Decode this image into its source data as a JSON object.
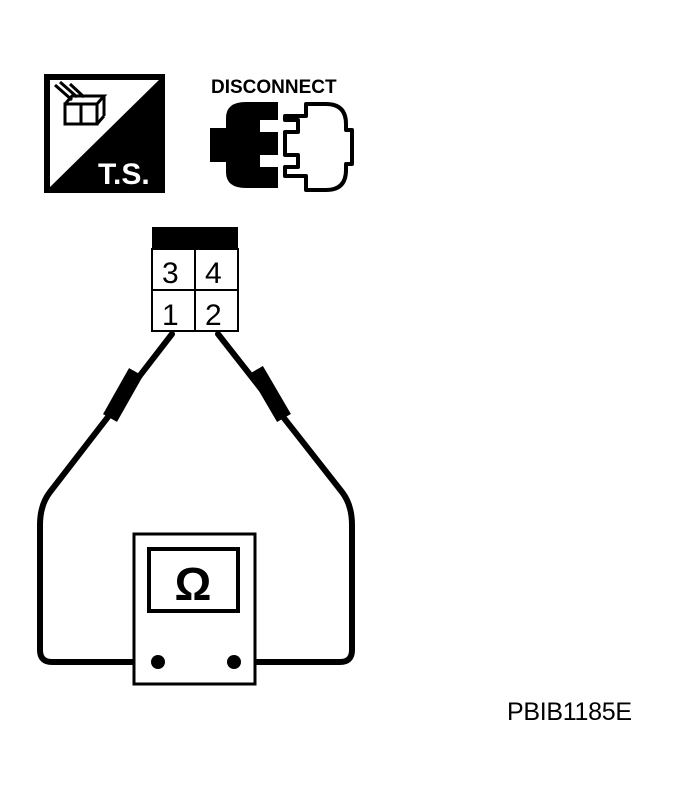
{
  "icons": {
    "ts": {
      "label": "T.S.",
      "meaning": "trouble-shooting"
    },
    "disconnect": {
      "label": "DISCONNECT"
    }
  },
  "connector": {
    "terminals": [
      "3",
      "4",
      "1",
      "2"
    ],
    "probed_terminals": [
      "1",
      "2"
    ]
  },
  "meter": {
    "symbol": "Ω",
    "type": "ohmmeter"
  },
  "figure_code": "PBIB1185E",
  "colors": {
    "ink": "#000000",
    "background": "#ffffff"
  }
}
